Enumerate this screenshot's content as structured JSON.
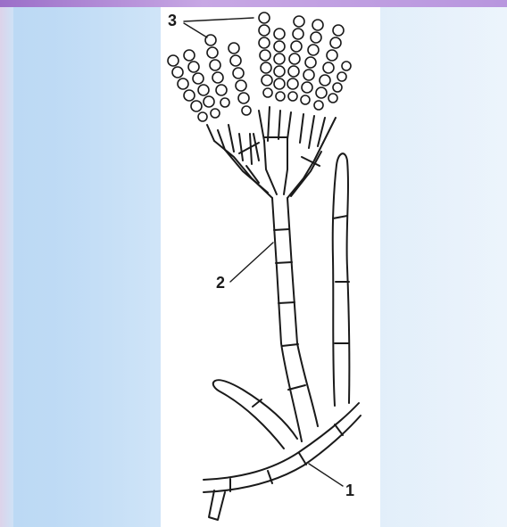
{
  "figure": {
    "labels": {
      "conidia": "3",
      "conidiophore": "2",
      "hypha": "1"
    }
  },
  "colors": {
    "top_strip": "#9b6fc8",
    "panel": "#bcd9f4",
    "figure_background": "#ffffff",
    "ink": "#1a1a1a"
  }
}
